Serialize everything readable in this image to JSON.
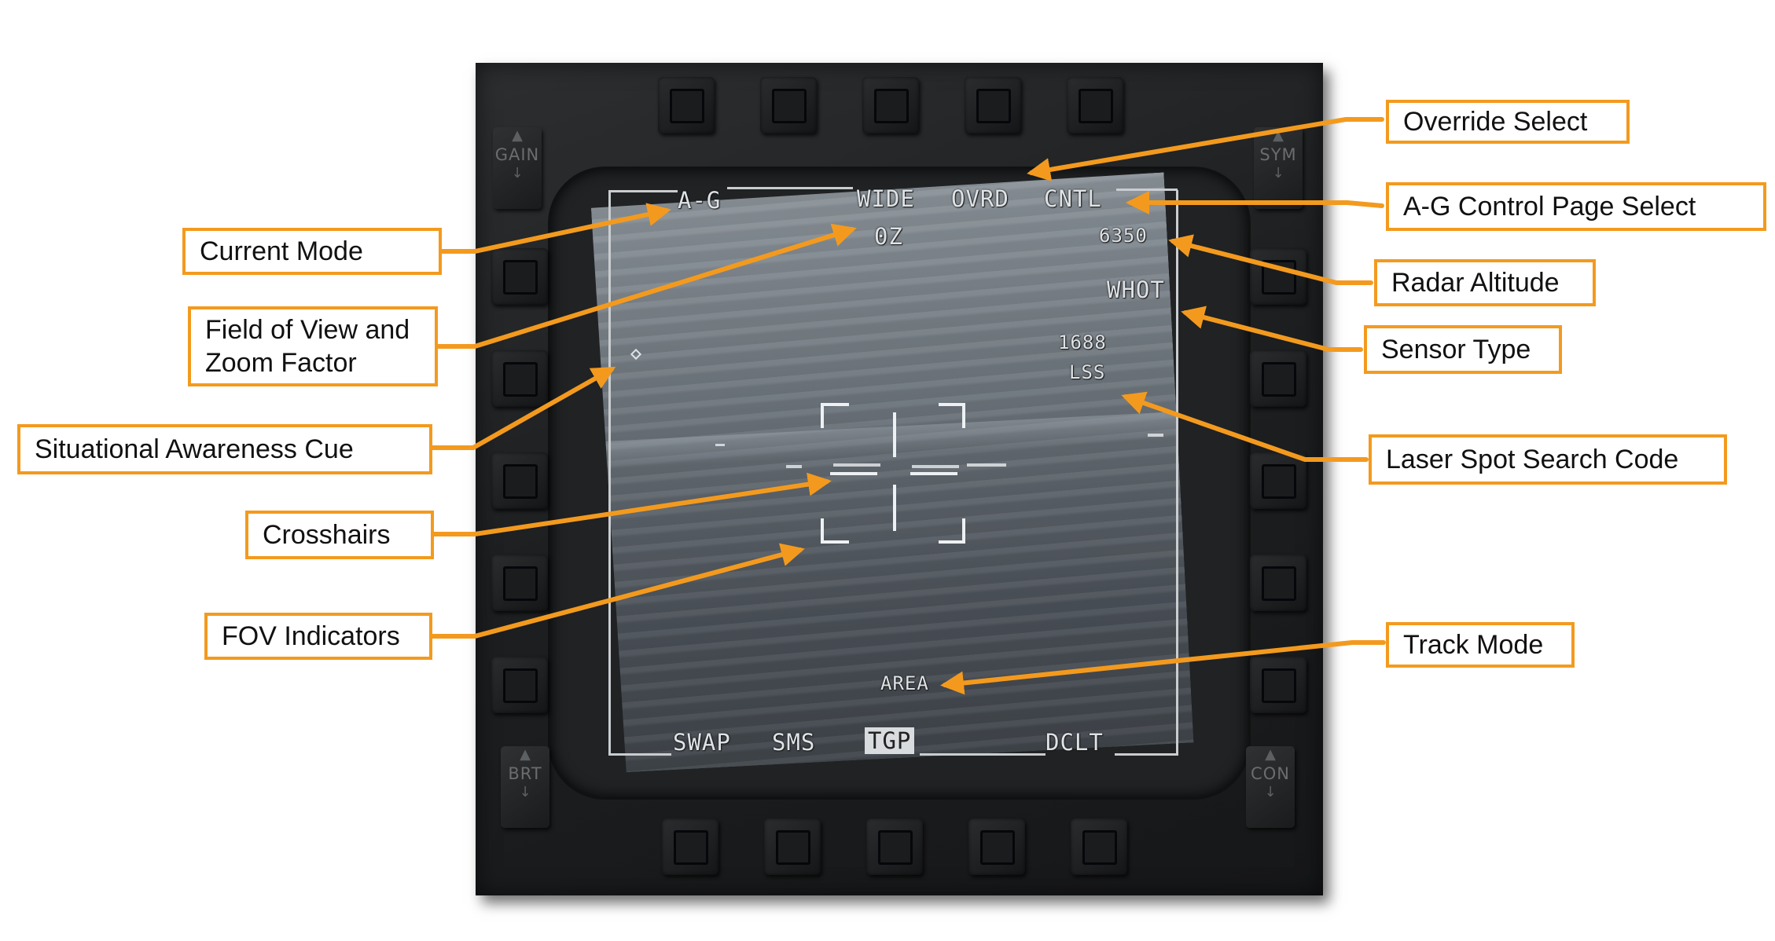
{
  "mfd": {
    "top_left_label": "A-G",
    "top_labels": [
      "WIDE",
      "OVRD",
      "CNTL"
    ],
    "zoom": "0Z",
    "radar_altitude": "6350",
    "sensor_type": "WHOT",
    "laser_code": "1688",
    "laser_mode": "LSS",
    "track_mode": "AREA",
    "bottom_labels": [
      "SWAP",
      "SMS",
      "TGP",
      "DCLT"
    ],
    "rockers": [
      {
        "name": "gain",
        "label": "GAIN"
      },
      {
        "name": "sym",
        "label": "SYM"
      },
      {
        "name": "brt",
        "label": "BRT"
      },
      {
        "name": "con",
        "label": "CON"
      }
    ]
  },
  "callouts": {
    "current_mode": "Current Mode",
    "fov_zoom": "Field of View and Zoom Factor",
    "sa_cue": "Situational Awareness Cue",
    "crosshairs": "Crosshairs",
    "fov_indicators": "FOV Indicators",
    "override_select": "Override Select",
    "ag_control": "A-G Control Page Select",
    "radar_altitude": "Radar Altitude",
    "sensor_type": "Sensor Type",
    "laser_code": "Laser Spot Search Code",
    "track_mode": "Track Mode"
  },
  "colors": {
    "callout_border": "#f39a1e",
    "arrow": "#f39a1e",
    "symbology": "#dfe3e6"
  }
}
